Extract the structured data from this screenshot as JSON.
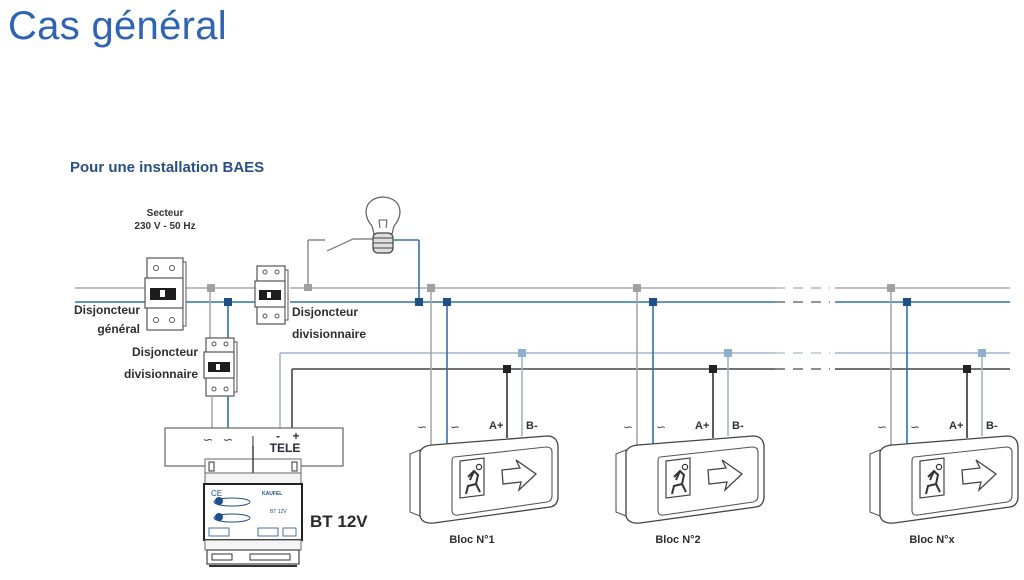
{
  "header": {
    "title": "Cas général",
    "subtitle": "Pour une installation BAES"
  },
  "diagram": {
    "mains_label": [
      "Secteur",
      "230 V - 50 Hz"
    ],
    "main_breaker_label": [
      "Disjoncteur",
      "général"
    ],
    "branch_breaker_label_1": [
      "Disjoncteur",
      "divisionnaire"
    ],
    "branch_breaker_label_2": [
      "Disjoncteur",
      "divisionnaire"
    ],
    "power_box": {
      "terminal_ac_1": "∽",
      "terminal_ac_2": "∽",
      "terminal_minus": "-",
      "terminal_plus": "+",
      "tele_label": "TELE",
      "separator": "|"
    },
    "module_label": "BT 12V",
    "module_text": {
      "brand": "KAUFEL",
      "spec": "BT 12V",
      "ce": "CE"
    },
    "blocks": [
      {
        "name": "Bloc N°1",
        "ac1": "∽",
        "ac2": "∽",
        "a_plus": "A+",
        "b_minus": "B-"
      },
      {
        "name": "Bloc N°2",
        "ac1": "∽",
        "ac2": "∽",
        "a_plus": "A+",
        "b_minus": "B-"
      },
      {
        "name": "Bloc N°x",
        "ac1": "∽",
        "ac2": "∽",
        "a_plus": "A+",
        "b_minus": "B-"
      }
    ],
    "colors": {
      "phase_wire": "#a8a8a8",
      "neutral_wire": "#2f73a6",
      "tele_minus_wire": "#9fb6cc",
      "tele_plus_wire": "#333333",
      "neutral_node": "#1e4f86",
      "phase_node": "#a0a0a0",
      "tele_minus_node": "#8fafcf",
      "tele_plus_node": "#222222"
    }
  }
}
